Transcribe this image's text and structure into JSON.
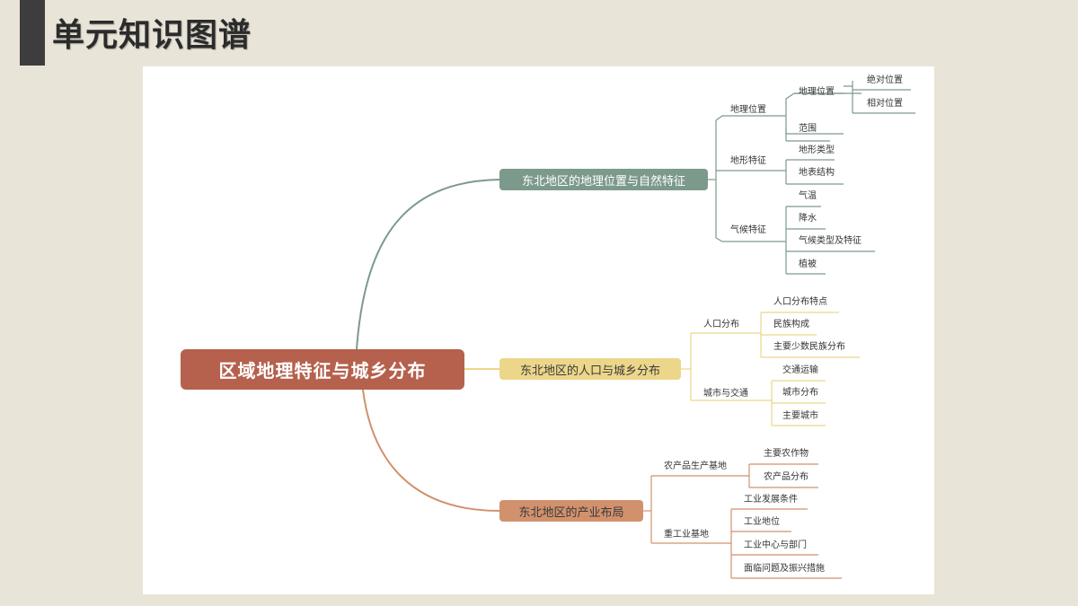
{
  "page": {
    "title": "单元知识图谱"
  },
  "colors": {
    "background": "#e9e4d8",
    "root": "#b5614d",
    "branch_nature": "#7c9a8c",
    "branch_population": "#ecd68a",
    "branch_industry": "#d2916d"
  },
  "mindmap": {
    "root": "区域地理特征与城乡分布",
    "branches": [
      {
        "label": "东北地区的地理位置与自然特征",
        "groups": [
          {
            "label": "地理位置",
            "items": [
              "地理位置",
              "范围"
            ],
            "sub_items": [
              "绝对位置",
              "相对位置"
            ]
          },
          {
            "label": "地形特征",
            "items": [
              "地形类型",
              "地表结构"
            ]
          },
          {
            "label": "气候特征",
            "items": [
              "气温",
              "降水",
              "气候类型及特征",
              "植被"
            ]
          }
        ]
      },
      {
        "label": "东北地区的人口与城乡分布",
        "groups": [
          {
            "label": "人口分布",
            "items": [
              "人口分布特点",
              "民族构成",
              "主要少数民族分布"
            ]
          },
          {
            "label": "城市与交通",
            "items": [
              "交通运输",
              "城市分布",
              "主要城市"
            ]
          }
        ]
      },
      {
        "label": "东北地区的产业布局",
        "groups": [
          {
            "label": "农产品生产基地",
            "items": [
              "主要农作物",
              "农产品分布"
            ]
          },
          {
            "label": "重工业基地",
            "items": [
              "工业发展条件",
              "工业地位",
              "工业中心与部门",
              "面临问题及振兴措施"
            ]
          }
        ]
      }
    ]
  }
}
